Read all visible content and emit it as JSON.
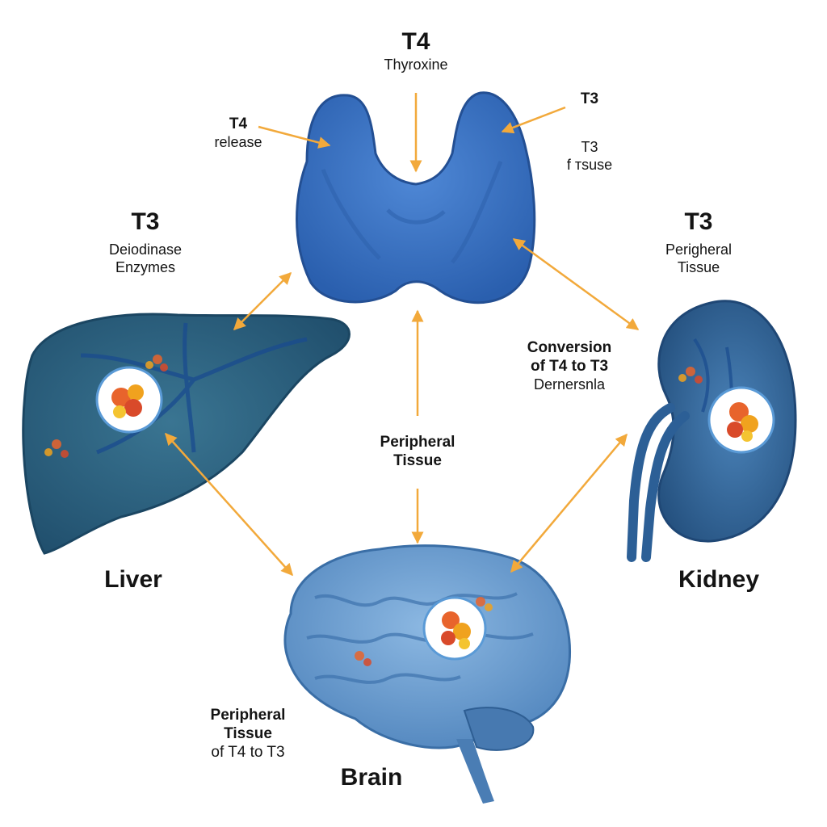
{
  "thyroid": {
    "title": "T4",
    "subtitle": "Thyroxine"
  },
  "left_top": {
    "title": "T4",
    "subtitle": "release"
  },
  "right_top": {
    "title": "T3",
    "line1": "T3",
    "line2": "f тsuse"
  },
  "liver_side": {
    "title": "T3",
    "line1": "Deiodinase",
    "line2": "Enzymes"
  },
  "kidney_side": {
    "title": "T3",
    "line1": "Perigheral",
    "line2": "Tissue"
  },
  "conversion": {
    "line1": "Conversion",
    "line2": "of T4 to T3",
    "line3": "Dernersnla"
  },
  "center": {
    "line1": "Peripheral",
    "line2": "Tissue"
  },
  "bottom_left": {
    "line1": "Peripheral",
    "line2": "Tissue",
    "line3": "of T4 to T3"
  },
  "organs": {
    "liver": "Liver",
    "kidney": "Kidney",
    "brain": "Brain"
  },
  "colors": {
    "arrow": "#f2a93b",
    "thyroid": "#3f78c9",
    "liver": "#2d5f80",
    "kidney": "#2e5e8c",
    "brain": "#5d93c9",
    "molecule": "#e8642c"
  },
  "icons": [
    "thyroid-illustration",
    "liver-illustration",
    "kidney-illustration",
    "brain-illustration",
    "molecule-cluster-icon"
  ]
}
